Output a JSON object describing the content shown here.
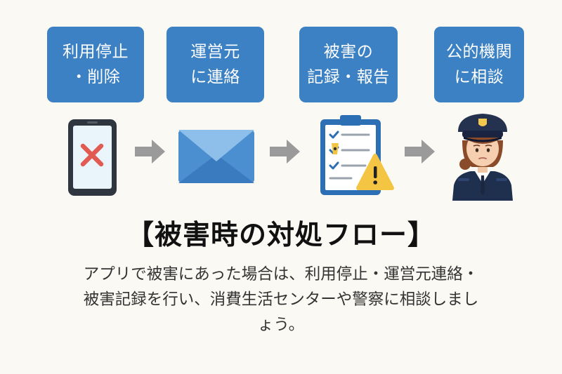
{
  "colors": {
    "background": "#fbf9f3",
    "box_blue": "#3b81c4",
    "arrow_gray": "#9a9a9a",
    "x_red": "#e15b52",
    "warning_yellow": "#f4c542"
  },
  "steps": [
    {
      "line1": "利用停止",
      "line2": "・削除",
      "icon": "smartphone-x-icon"
    },
    {
      "line1": "運営元",
      "line2": "に連絡",
      "icon": "envelope-icon"
    },
    {
      "line1": "被害の",
      "line2": "記録・報告",
      "icon": "clipboard-warning-icon"
    },
    {
      "line1": "公的機関",
      "line2": "に相談",
      "icon": "police-officer-icon"
    }
  ],
  "title": "【被害時の対処フロー】",
  "description": {
    "line1": "アプリで被害にあった場合は、利用停止・運営元連絡・",
    "line2": "被害記録を行い、消費生活センターや警察に相談しまし",
    "line3": "ょう。"
  }
}
